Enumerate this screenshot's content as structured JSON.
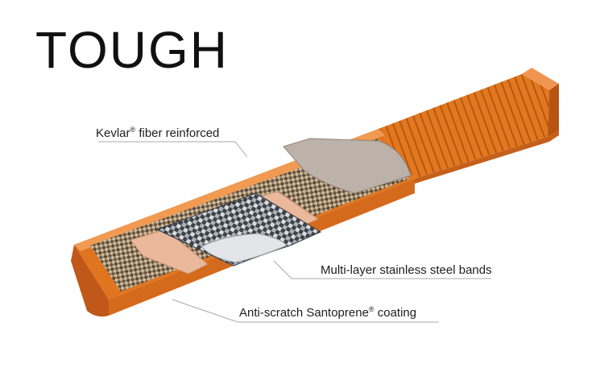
{
  "title": "TOUGH",
  "callouts": {
    "kevlar": {
      "name": "Kevlar",
      "reg": "®",
      "rest": " fiber reinforced"
    },
    "steel": {
      "text": "Multi-layer stainless steel bands"
    },
    "coating": {
      "name": "Anti-scratch Santoprene",
      "reg": "®",
      "rest": " coating"
    }
  },
  "colors": {
    "orange": "#e0751f",
    "orange_dark": "#b85512",
    "orange_light": "#f0944a",
    "kevlar_tan": "#cbb595",
    "kevlar_dark": "#5a4a38",
    "steel_light": "#cfd3d8",
    "steel_dark": "#4c5158",
    "peach": "#e9b89a",
    "grey_pad": "#b9b0a8",
    "leader": "#a8a8a8"
  }
}
